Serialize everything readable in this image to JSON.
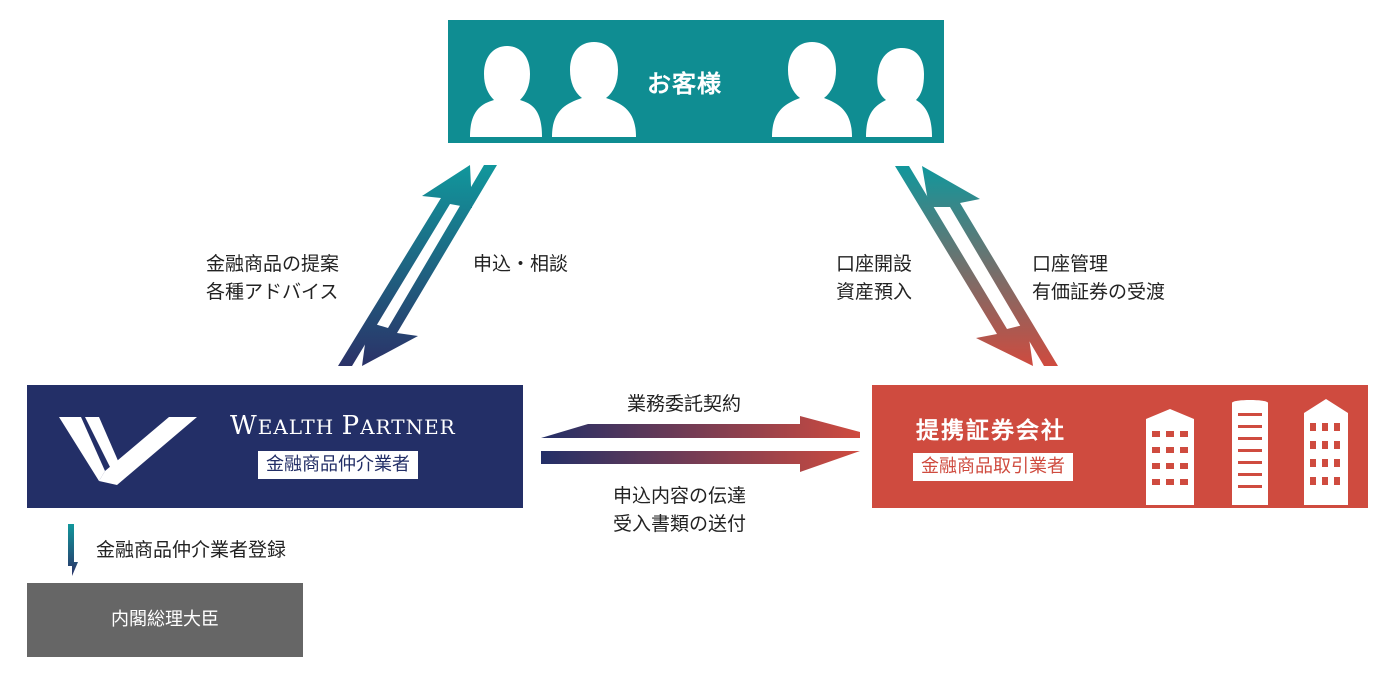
{
  "customers": {
    "title": "お客様",
    "color": "#0f8d92"
  },
  "wealth_partner": {
    "name_initial_1": "W",
    "name_rest_1": "EALTH",
    "name_initial_2": "P",
    "name_rest_2": "ARTNER",
    "badge": "金融商品仲介業者",
    "color": "#232f67"
  },
  "partner": {
    "title": "提携証券会社",
    "badge": "金融商品取引業者",
    "color": "#cf4b3f"
  },
  "cabinet": {
    "label": "内閣総理大臣",
    "color": "#666666"
  },
  "flows": {
    "wp_to_customers": [
      "金融商品の提案",
      "各種アドバイス"
    ],
    "customers_to_wp": "申込・相談",
    "customers_to_partner": [
      "口座開設",
      "資産預入"
    ],
    "partner_to_customers": [
      "口座管理",
      "有価証券の受渡"
    ],
    "wp_partner_top": "業務委託契約",
    "wp_partner_bottom": [
      "申込内容の伝達",
      "受入書類の送付"
    ],
    "registration": "金融商品仲介業者登録"
  }
}
